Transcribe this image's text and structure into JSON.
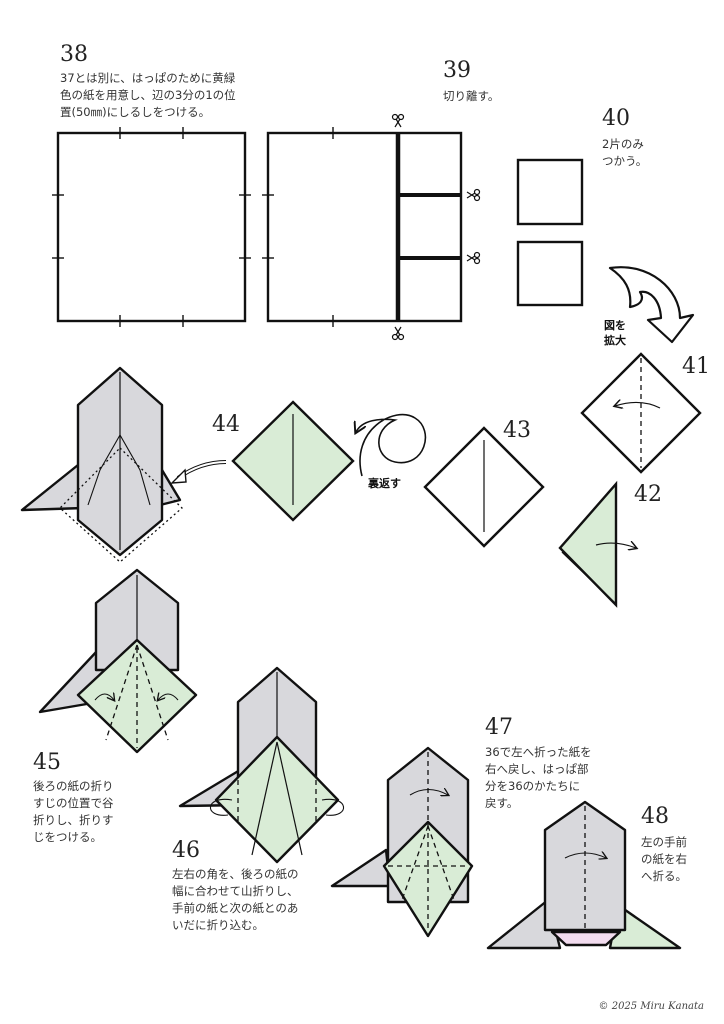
{
  "colors": {
    "line": "#111111",
    "gray_paper": "#d8d8dc",
    "green_paper": "#d9ecd6",
    "pink_paper": "#f2dcef",
    "white_paper": "#ffffff"
  },
  "steps": [
    {
      "number": "38",
      "text": "37とは別に、はっぱのために黄緑\n色の紙を用意し、辺の3分の1の位\n置(50㎜)にしるしをつける。"
    },
    {
      "number": "39",
      "text": "切り離す。"
    },
    {
      "number": "40",
      "text": "2片のみ\nつかう。"
    },
    {
      "number": "41",
      "text": ""
    },
    {
      "number": "42",
      "text": ""
    },
    {
      "number": "43",
      "text": ""
    },
    {
      "number": "44",
      "text": ""
    },
    {
      "number": "45",
      "text": "後ろの紙の折り\nすじの位置で谷\n折りし、折りす\nじをつける。"
    },
    {
      "number": "46",
      "text": "左右の角を、後ろの紙の\n幅に合わせて山折りし、\n手前の紙と次の紙とのあ\nいだに折り込む。"
    },
    {
      "number": "47",
      "text": "36で左へ折った紙を\n右へ戻し、はっぱ部\n分を36のかたちに\n戻す。"
    },
    {
      "number": "48",
      "text": "左の手前\nの紙を右\nへ折る。"
    }
  ],
  "labels": {
    "enlarge": "図を\n拡大",
    "flip": "裏返す"
  },
  "icons": [
    "scissors-icon",
    "arrow-icon",
    "flip-arrow-icon"
  ],
  "copyright": "© 2025 Miru Kanata"
}
